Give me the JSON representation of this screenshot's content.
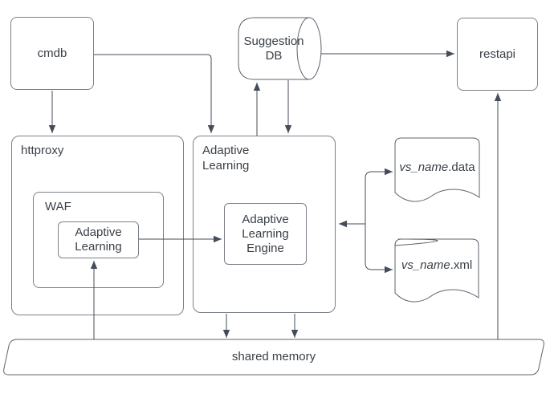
{
  "colors": {
    "background": "#ffffff",
    "box_border": "#7a8087",
    "shape_border": "#5d646e",
    "connector": "#444c5a",
    "text": "#3a4047"
  },
  "nodes": {
    "cmdb": {
      "label": "cmdb"
    },
    "suggestion_db": {
      "label": "Suggestion DB"
    },
    "restapi": {
      "label": "restapi"
    },
    "httproxy": {
      "label": "httproxy"
    },
    "adaptive_learning": {
      "label": "Adaptive Learning"
    },
    "waf": {
      "label": "WAF"
    },
    "waf_adaptive_learning": {
      "label": "Adaptive Learning"
    },
    "adaptive_learning_engine": {
      "label": "Adaptive Learning Engine"
    },
    "vs_name_data": {
      "name": "vs_name",
      "extension": ".data"
    },
    "vs_name_xml": {
      "name": "vs_name",
      "extension": ".xml"
    },
    "shared_memory": {
      "label": "shared memory"
    }
  },
  "connections": [
    {
      "from": "cmdb",
      "to": "httproxy"
    },
    {
      "from": "cmdb",
      "to": "adaptive_learning"
    },
    {
      "from": "adaptive_learning",
      "to": "suggestion_db"
    },
    {
      "from": "suggestion_db",
      "to": "adaptive_learning"
    },
    {
      "from": "suggestion_db",
      "to": "restapi"
    },
    {
      "from": "waf_adaptive_learning",
      "to": "adaptive_learning_engine"
    },
    {
      "from": "file_branch",
      "to": "adaptive_learning"
    },
    {
      "from": "file_branch",
      "to": "vs_name_data"
    },
    {
      "from": "file_branch",
      "to": "vs_name_xml"
    },
    {
      "from": "adaptive_learning",
      "to": "shared_memory"
    },
    {
      "from": "adaptive_learning",
      "to": "shared_memory"
    },
    {
      "from": "shared_memory",
      "to": "waf_adaptive_learning"
    },
    {
      "from": "shared_memory",
      "to": "restapi"
    }
  ]
}
